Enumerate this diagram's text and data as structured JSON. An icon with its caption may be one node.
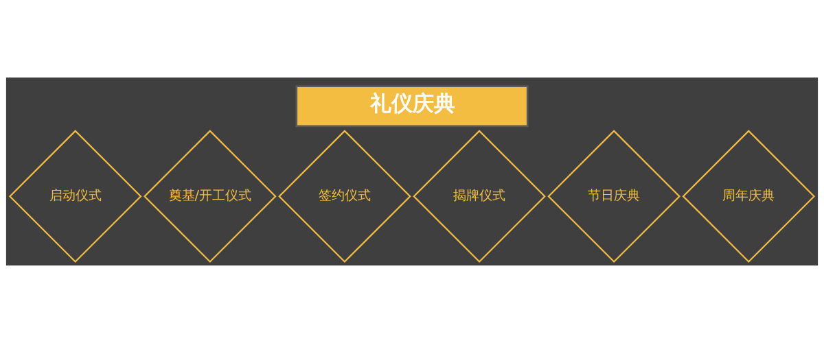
{
  "diagram": {
    "title": "礼仪庆典",
    "nodes": [
      {
        "text": [
          "启动仪式"
        ]
      },
      {
        "text": [
          "奠基/开工仪式"
        ]
      },
      {
        "text": [
          "签约仪式"
        ]
      },
      {
        "text": [
          "揭牌仪式"
        ]
      },
      {
        "text": [
          "节日庆典"
        ]
      },
      {
        "text": [
          "周年庆典"
        ]
      }
    ],
    "edges": []
  }
}
